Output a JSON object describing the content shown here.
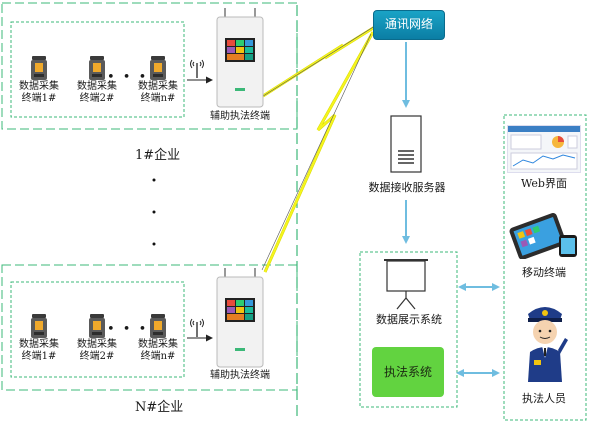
{
  "network": {
    "label": "通讯网络"
  },
  "server": {
    "label": "数据接收服务器"
  },
  "display": {
    "label": "数据展示系统"
  },
  "enforcement": {
    "label": "执法系统"
  },
  "clients": {
    "web": "Web界面",
    "mobile": "移动终端",
    "officer": "执法人员"
  },
  "enterprise1": {
    "name": "1#企业",
    "terminals": [
      {
        "line1": "数据采集",
        "line2": "终端1#"
      },
      {
        "line1": "数据采集",
        "line2": "终端2#"
      },
      {
        "line1": "数据采集",
        "line2": "终端n#"
      }
    ],
    "aux": "辅助执法终端"
  },
  "enterpriseN": {
    "name": "N#企业",
    "terminals": [
      {
        "line1": "数据采集",
        "line2": "终端1#"
      },
      {
        "line1": "数据采集",
        "line2": "终端2#"
      },
      {
        "line1": "数据采集",
        "line2": "终端n#"
      }
    ],
    "aux": "辅助执法终端"
  },
  "colors": {
    "dash_green": "#3cb878",
    "arrow_blue": "#6fbde0",
    "network_blue": "#1296be",
    "lightning": "#f5f51e",
    "enforcement_green": "#62d340"
  }
}
